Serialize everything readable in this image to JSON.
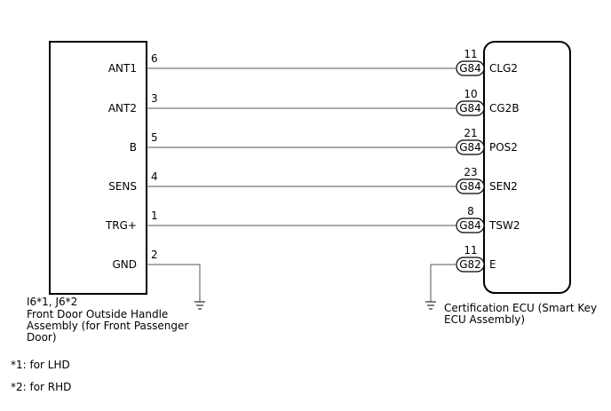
{
  "left_device": {
    "codes": "I6*1, J6*2",
    "name": "Front Door Outside Handle\nAssembly (for Front Passenger\nDoor)"
  },
  "right_device": {
    "name": "Certification ECU (Smart Key\nECU Assembly)"
  },
  "wires": [
    {
      "left_label": "ANT1",
      "left_pin": "6",
      "right_pin": "11",
      "connector": "G84",
      "right_label": "CLG2"
    },
    {
      "left_label": "ANT2",
      "left_pin": "3",
      "right_pin": "10",
      "connector": "G84",
      "right_label": "CG2B"
    },
    {
      "left_label": "B",
      "left_pin": "5",
      "right_pin": "21",
      "connector": "G84",
      "right_label": "POS2"
    },
    {
      "left_label": "SENS",
      "left_pin": "4",
      "right_pin": "23",
      "connector": "G84",
      "right_label": "SEN2"
    },
    {
      "left_label": "TRG+",
      "left_pin": "1",
      "right_pin": "8",
      "connector": "G84",
      "right_label": "TSW2"
    },
    {
      "left_label": "GND",
      "left_pin": "2",
      "right_pin": "11",
      "connector": "G82",
      "right_label": "E"
    }
  ],
  "notes": [
    "*1: for LHD",
    "*2: for RHD"
  ]
}
